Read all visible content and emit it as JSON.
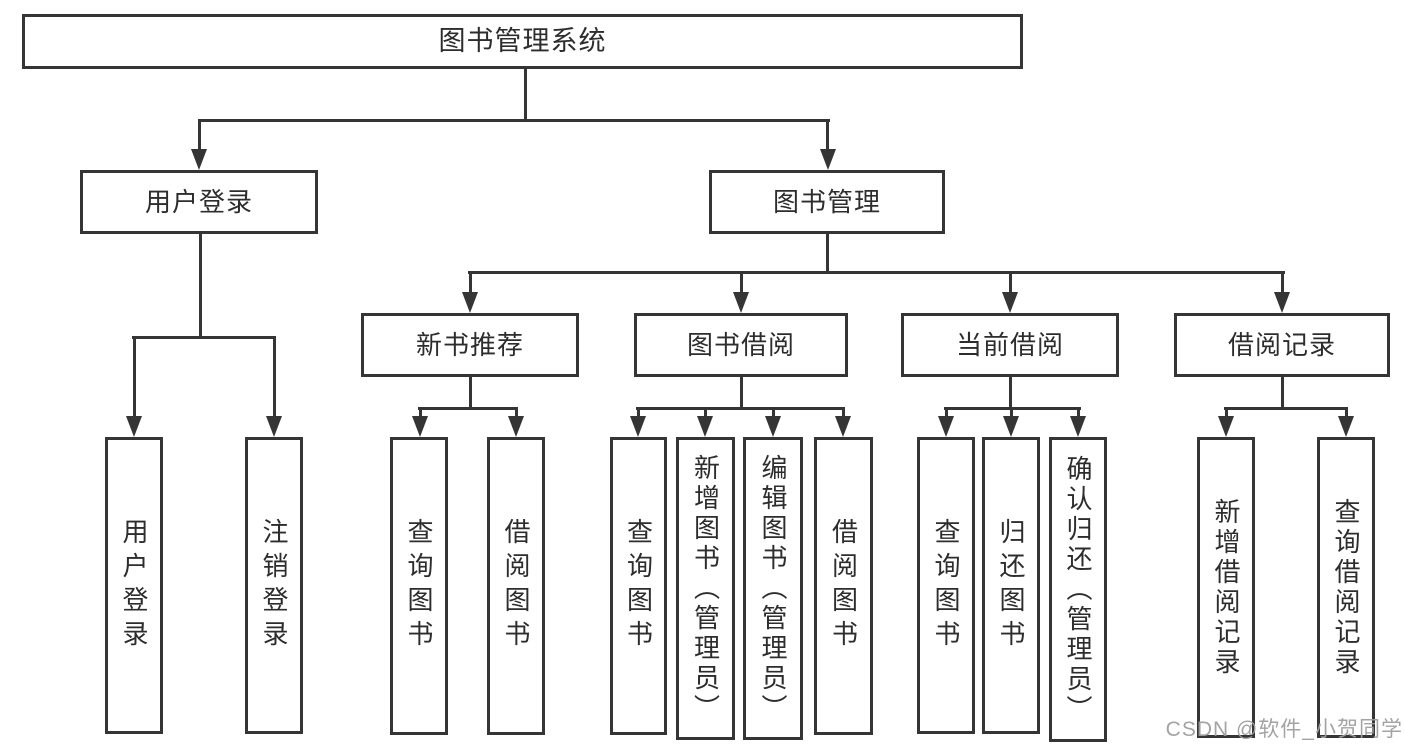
{
  "diagram": {
    "root": {
      "label": "图书管理系统"
    },
    "branches": [
      {
        "label": "用户登录",
        "children": [
          {
            "label": "用户登录"
          },
          {
            "label": "注销登录"
          }
        ]
      },
      {
        "label": "图书管理",
        "children": [
          {
            "label": "新书推荐",
            "children": [
              {
                "label": "查询图书"
              },
              {
                "label": "借阅图书"
              }
            ]
          },
          {
            "label": "图书借阅",
            "children": [
              {
                "label": "查询图书"
              },
              {
                "label": "新增图书（管理员）"
              },
              {
                "label": "编辑图书（管理员）"
              },
              {
                "label": "借阅图书"
              }
            ]
          },
          {
            "label": "当前借阅",
            "children": [
              {
                "label": "查询图书"
              },
              {
                "label": "归还图书"
              },
              {
                "label": "确认归还（管理员）"
              }
            ]
          },
          {
            "label": "借阅记录",
            "children": [
              {
                "label": "新增借阅记录"
              },
              {
                "label": "查询借阅记录"
              }
            ]
          }
        ]
      }
    ]
  },
  "watermark": {
    "text": "CSDN @软件_小贺同学"
  },
  "colors": {
    "line": "#353535",
    "text": "#2d2d2d",
    "background": "#ffffff",
    "watermark": "#9e9e9e"
  }
}
